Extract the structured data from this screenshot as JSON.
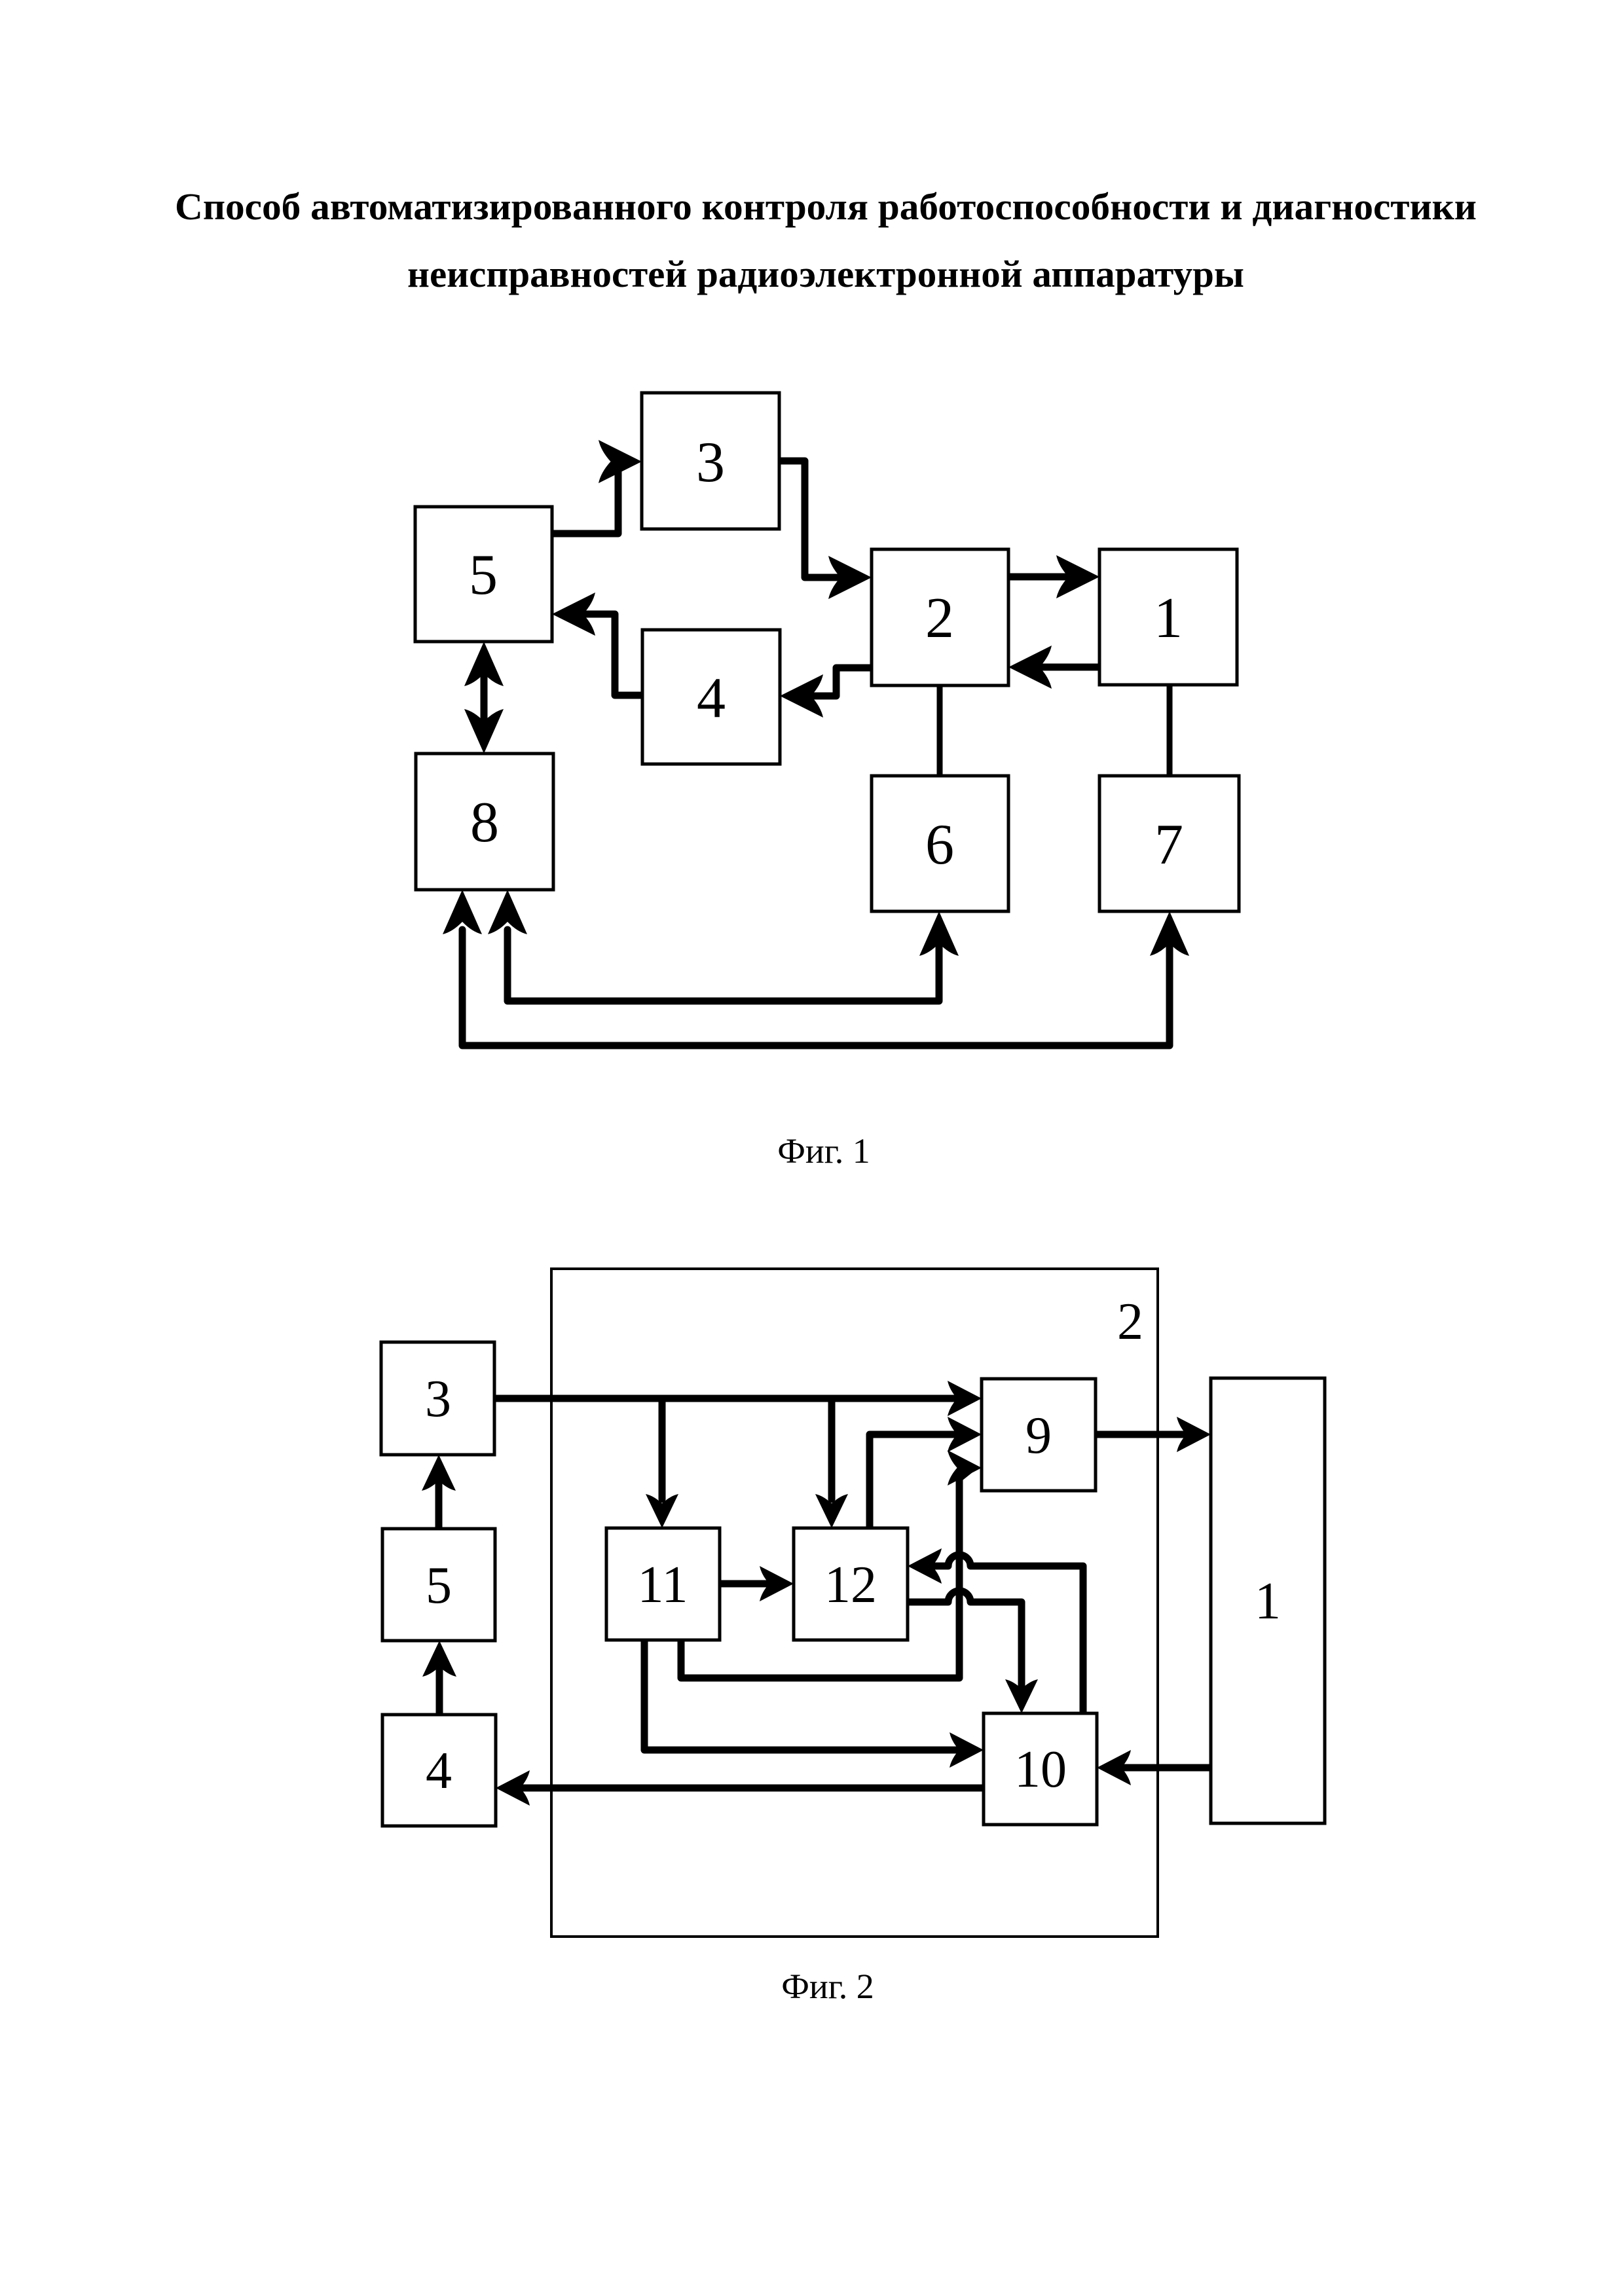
{
  "document": {
    "title_line1": "Способ автоматизированного контроля работоспособности и диагностики",
    "title_line2": "неисправностей радиоэлектронной аппаратуры"
  },
  "figure1": {
    "caption": "Фиг. 1",
    "blocks": {
      "b1": "1",
      "b2": "2",
      "b3": "3",
      "b4": "4",
      "b5": "5",
      "b6": "6",
      "b7": "7",
      "b8": "8"
    },
    "connections": [
      {
        "from": "5",
        "to": "3"
      },
      {
        "from": "3",
        "to": "2"
      },
      {
        "from": "2",
        "to": "1"
      },
      {
        "from": "1",
        "to": "2"
      },
      {
        "from": "2",
        "to": "4"
      },
      {
        "from": "4",
        "to": "5"
      },
      {
        "from": "5",
        "to": "8",
        "bidirectional": true
      },
      {
        "from": "2",
        "to": "6",
        "undirected": true
      },
      {
        "from": "1",
        "to": "7",
        "undirected": true
      },
      {
        "from": "8",
        "to": "6",
        "bidirectional": true
      },
      {
        "from": "8",
        "to": "7",
        "bidirectional": true
      }
    ]
  },
  "figure2": {
    "caption": "Фиг. 2",
    "container_label": "2",
    "blocks": {
      "b1": "1",
      "b3": "3",
      "b4": "4",
      "b5": "5",
      "b9": "9",
      "b10": "10",
      "b11": "11",
      "b12": "12"
    },
    "connections": [
      {
        "from": "5",
        "to": "3"
      },
      {
        "from": "4",
        "to": "5"
      },
      {
        "from": "3",
        "to": "9"
      },
      {
        "from": "3",
        "to": "11"
      },
      {
        "from": "3",
        "to": "12"
      },
      {
        "from": "11",
        "to": "12"
      },
      {
        "from": "12",
        "to": "9"
      },
      {
        "from": "11",
        "to": "9"
      },
      {
        "from": "12",
        "to": "10"
      },
      {
        "from": "10",
        "to": "12"
      },
      {
        "from": "11",
        "to": "10"
      },
      {
        "from": "9",
        "to": "1"
      },
      {
        "from": "1",
        "to": "10"
      },
      {
        "from": "10",
        "to": "4"
      }
    ]
  }
}
